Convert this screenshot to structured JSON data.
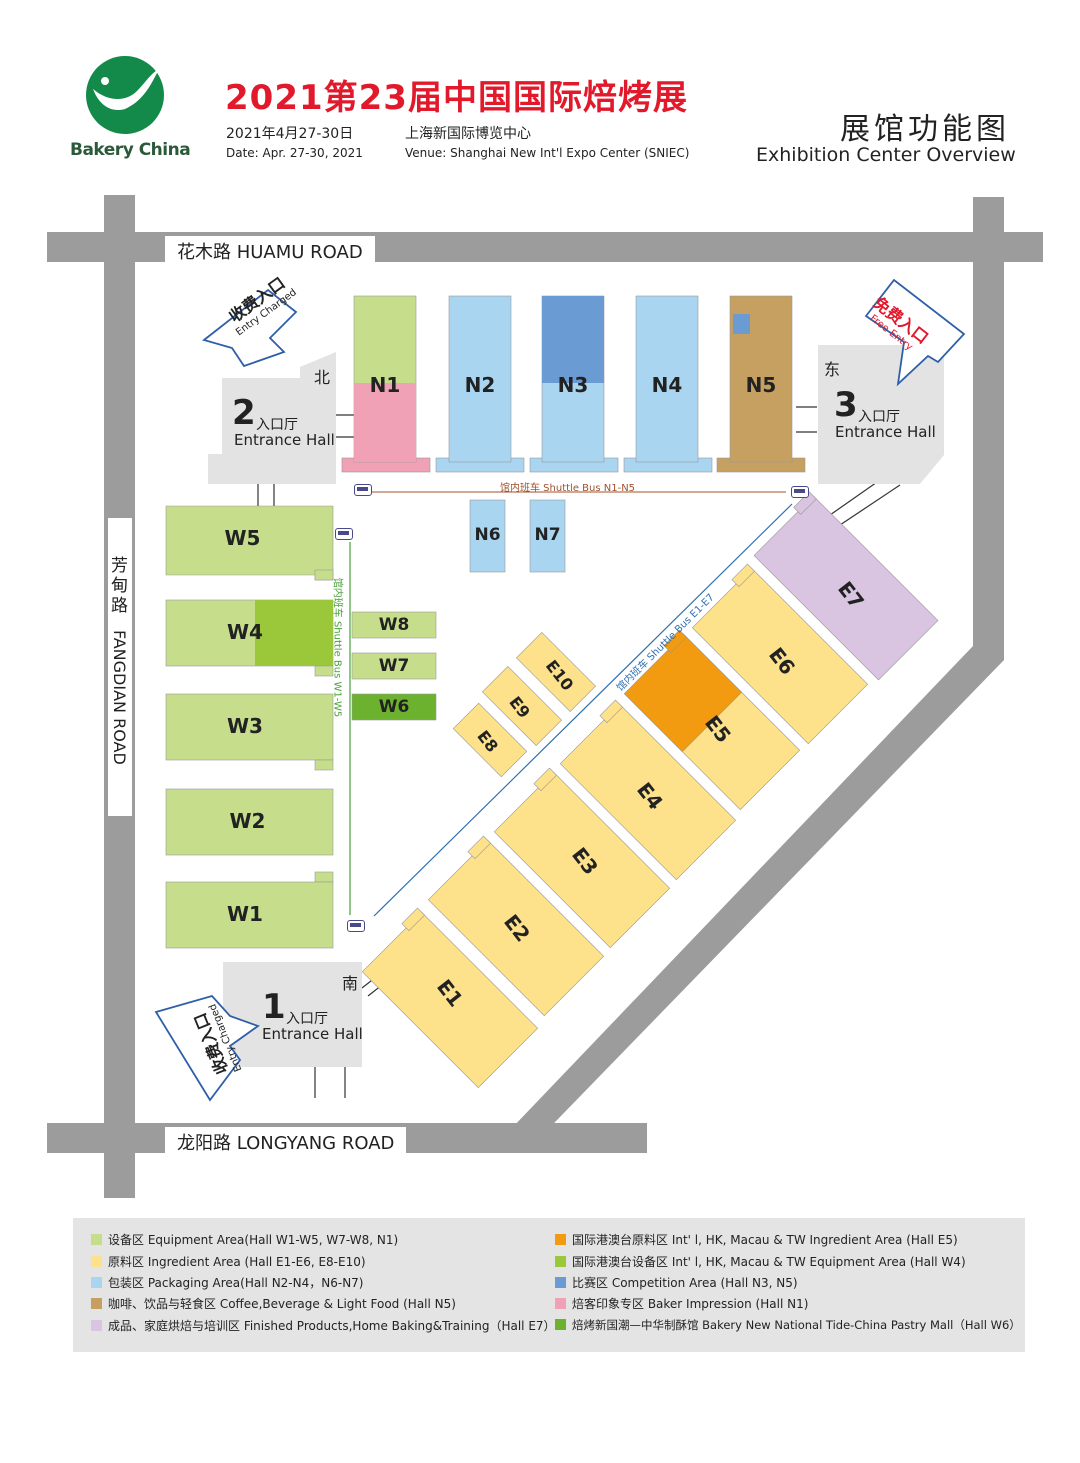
{
  "header": {
    "logo_name": "Bakery China",
    "title": "2021第23届中国国际焙烤展",
    "date_cn": "2021年4月27-30日",
    "date_en": "Date: Apr. 27-30, 2021",
    "venue_cn": "上海新国际博览中心",
    "venue_en": "Venue: Shanghai New Int'l Expo Center (SNIEC)",
    "overview_cn": "展馆功能图",
    "overview_en": "Exhibition Center Overview"
  },
  "roads": {
    "north": "花木路  HUAMU ROAD",
    "south": "龙阳路  LONGYANG ROAD",
    "west_cn": "芳甸路",
    "west_en": "FANGDIAN ROAD"
  },
  "directions": {
    "north": "北",
    "east": "东",
    "south": "南"
  },
  "entrances": [
    {
      "num": "2",
      "cn": "入口厅",
      "en": "Entrance Hall"
    },
    {
      "num": "3",
      "cn": "入口厅",
      "en": "Entrance Hall"
    },
    {
      "num": "1",
      "cn": "入口厅",
      "en": "Entrance Hall"
    }
  ],
  "entry_signs": {
    "charged_cn": "收费入口",
    "charged_en": "Entry Charged",
    "free_cn": "免费入口",
    "free_en": "Free Entry"
  },
  "shuttles": {
    "north": "馆内班车 Shuttle Bus N1-N5",
    "west": "馆内班车 Shuttle Bus W1-W5",
    "east": "馆内班车 Shuttle Bus E1-E7"
  },
  "halls": {
    "N1": "N1",
    "N2": "N2",
    "N3": "N3",
    "N4": "N4",
    "N5": "N5",
    "N6": "N6",
    "N7": "N7",
    "W1": "W1",
    "W2": "W2",
    "W3": "W3",
    "W4": "W4",
    "W5": "W5",
    "W6": "W6",
    "W7": "W7",
    "W8": "W8",
    "E1": "E1",
    "E2": "E2",
    "E3": "E3",
    "E4": "E4",
    "E5": "E5",
    "E6": "E6",
    "E7": "E7",
    "E8": "E8",
    "E9": "E9",
    "E10": "E10"
  },
  "colors": {
    "equipment": "#c6de8c",
    "ingredient": "#fde28b",
    "packaging": "#a9d5f0",
    "coffee": "#c6a060",
    "finished": "#d9c4e1",
    "intl_ingredient": "#f29a10",
    "intl_equipment": "#9bc83b",
    "competition": "#6a9bd3",
    "baker_impression": "#f0a1b5",
    "pastry_mall": "#6cb22e",
    "road": "#9c9c9c",
    "title_red": "#e1192b"
  },
  "legend": [
    {
      "color": "#c6de8c",
      "text": "设备区 Equipment Area(Hall W1-W5, W7-W8, N1)"
    },
    {
      "color": "#fde28b",
      "text": "原料区 Ingredient Area (Hall E1-E6, E8-E10)"
    },
    {
      "color": "#a9d5f0",
      "text": "包装区 Packaging Area(Hall N2-N4，N6-N7)"
    },
    {
      "color": "#c6a060",
      "text": "咖啡、饮品与轻食区 Coffee,Beverage & Light Food (Hall N5)"
    },
    {
      "color": "#d9c4e1",
      "text": "成品、家庭烘焙与培训区 Finished Products,Home Baking&Training（Hall E7）"
    },
    {
      "color": "#f29a10",
      "text": "国际港澳台原料区 Int' l, HK, Macau & TW Ingredient Area (Hall E5)"
    },
    {
      "color": "#9bc83b",
      "text": "国际港澳台设备区 Int' l, HK, Macau & TW Equipment Area (Hall W4)"
    },
    {
      "color": "#6a9bd3",
      "text": "比赛区 Competition Area (Hall N3, N5)"
    },
    {
      "color": "#f0a1b5",
      "text": "焙客印象专区 Baker Impression (Hall N1)"
    },
    {
      "color": "#6cb22e",
      "text": "焙烤新国潮—中华制酥馆 Bakery New National Tide-China Pastry Mall（Hall W6）"
    }
  ]
}
